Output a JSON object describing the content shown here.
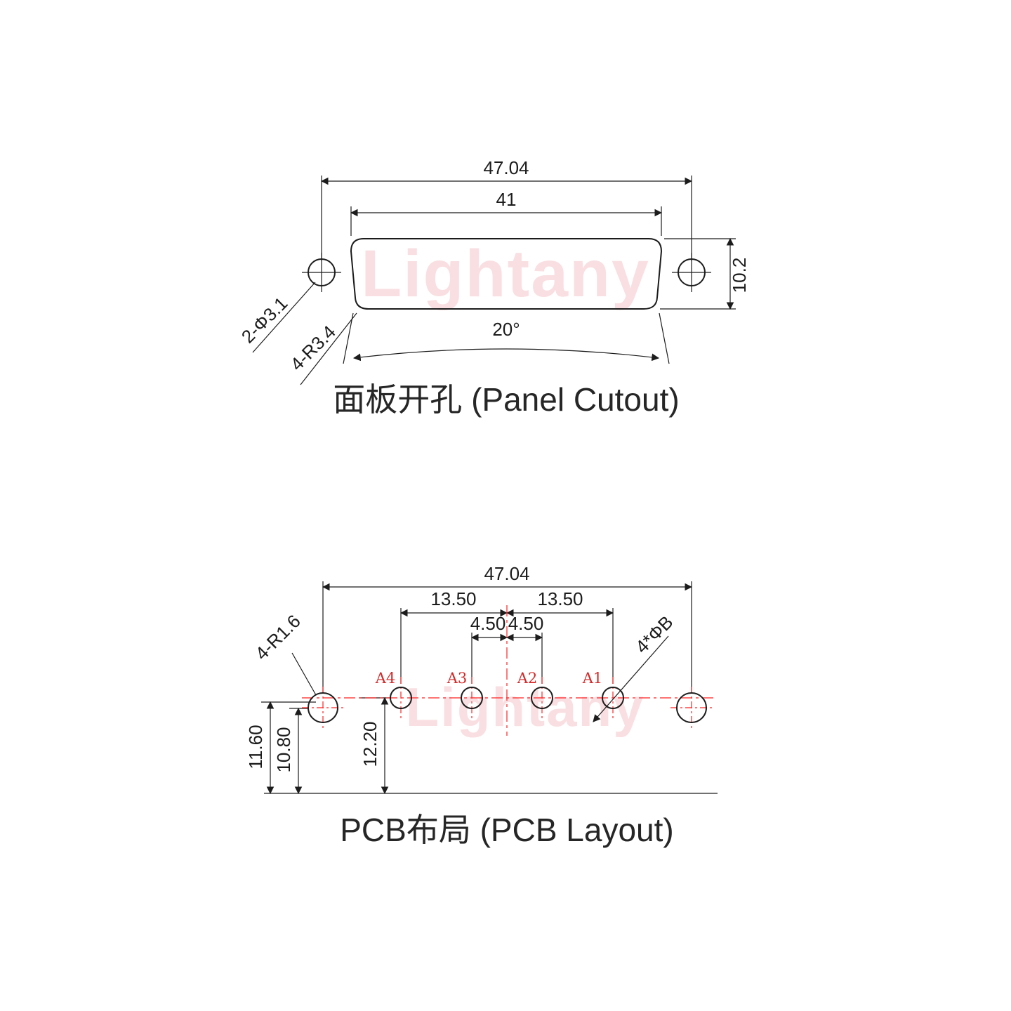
{
  "watermark": {
    "text": "Lightany"
  },
  "colors": {
    "line_black": "#1c1c1c",
    "centerline_red": "#ff2222",
    "label_red": "#d42828",
    "watermark_pink": "#f5c6cb"
  },
  "panel_cutout": {
    "title": "面板开孔 (Panel Cutout)",
    "dim_outer_width": "47.04",
    "dim_inner_width": "41",
    "dim_height": "10.2",
    "dim_angle": "20°",
    "label_mount_holes": "2-Φ3.1",
    "label_corner_radius": "4-R3.4"
  },
  "pcb_layout": {
    "title": "PCB布局 (PCB Layout)",
    "dim_outer_width": "47.04",
    "dim_pitch_left": "13.50",
    "dim_pitch_right": "13.50",
    "dim_pitch_inner_left": "4.50",
    "dim_pitch_inner_right": "4.50",
    "label_corner_radius": "4-R1.6",
    "label_pin_diameter": "4*ΦB",
    "dim_height_outer": "11.60",
    "dim_height_mount": "10.80",
    "dim_height_pins": "12.20",
    "pins": [
      "A4",
      "A3",
      "A2",
      "A1"
    ]
  }
}
